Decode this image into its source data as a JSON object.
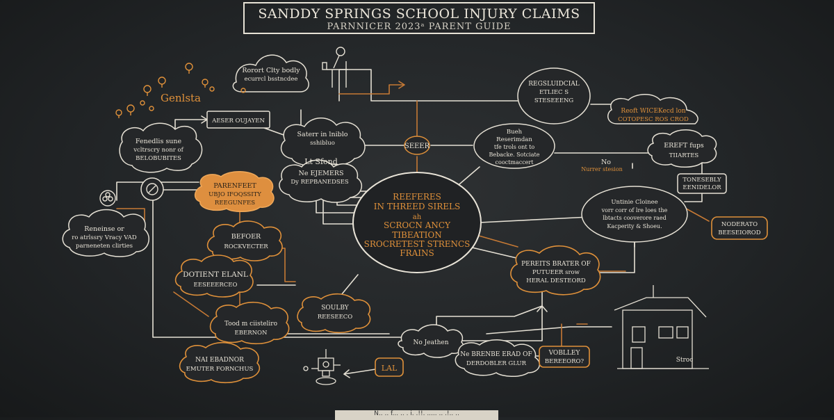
{
  "header": {
    "title": "SANDDY SPRINGS SCHOOL INJURY CLAIMS",
    "subtitle": "PARNNICER 2023ᵃ PARENT GUIDE"
  },
  "footer": {
    "text": "N.. .. f... .. . i. .!!. ..... .. .!.. .."
  },
  "colors": {
    "background": "#242628",
    "chalk": "#e9e4d8",
    "accent": "#e0913a",
    "accent_fill": "#de8f3f",
    "line_orange": "#c77a35"
  },
  "icons": [
    "map-pin-icon",
    "target-icon",
    "network-icon",
    "person-at-desk-icon",
    "robot-icon",
    "schoolhouse-icon",
    "cloud-icon"
  ],
  "diagram": {
    "central": [
      "REEFERES",
      "IN THREED SIRELS",
      "ah",
      "SCROCN ANCY",
      "TIBEATION",
      "SROCRETEST STRENCS",
      "FRAINS"
    ],
    "pin_cluster_label": "Genlsta",
    "nodes": {
      "reporting_cloud": [
        "Rorort Clty bodly",
        "ecurrcl bsstncdee"
      ],
      "after_outfien": [
        "AESER OUJAYEN"
      ],
      "fenedis_sune": [
        "Fenedlis sune",
        "vcltrscry nonr of",
        "BELOBUBITES"
      ],
      "safety_in": [
        "Saterr in lniblo",
        "sshibluo"
      ],
      "lt_sfond": [
        "Lt Sfond",
        "Ne EJEMERS",
        "Dy REPBANEDSES"
      ],
      "parenfeet": [
        "PARENFEET",
        "UBJO IFOQSSITY",
        "REEGUNFES"
      ],
      "reneinse": [
        "Reneinse or",
        "ro atrlssry Vracy VAD",
        "parneneten clirties"
      ],
      "befoer": [
        "BEFOER",
        "ROCKVECTER"
      ],
      "dotient": [
        "DOTIENT ELANL",
        "EESEEERCEO"
      ],
      "toed_m": [
        "Tood m ciisteliro",
        "EBERNON"
      ],
      "nai_ebadnor": [
        "NAI EBADNOR",
        "EMUTER FORNCHUS"
      ],
      "soulby": [
        "SOULBY",
        "REESEECO"
      ],
      "no_jeathen": [
        "No Jeathen"
      ],
      "lal": [
        "LAL"
      ],
      "ne_brenbe": [
        "Ne BRENBE ERAD OF",
        "DERDOBLER GLUR"
      ],
      "seeer": [
        "SEEER"
      ],
      "bueh": [
        "Bueh",
        "Reserimdan",
        "tfe trols ont to",
        "Bebacke.  Sotciate",
        "cooctmaccert"
      ],
      "regsluidcial": [
        "REGSLUIDCIAL",
        "ETLIEC S",
        "STESEEENG"
      ],
      "reoft": [
        "Reoft WICEKecd lon",
        "COTOPESC ROS CROD"
      ],
      "no_nurrer": [
        "No",
        "Nurrer stesion"
      ],
      "erefrlups": [
        "EREFT fups",
        "TIIARTES"
      ],
      "tonesebly": [
        "TONESEBLY",
        "EENIDELOR"
      ],
      "untinie": [
        "Untinie Cloinee",
        "vorr corr of lre loes the",
        "lbtacts cooverore raed",
        "Kacperity & Shoeu."
      ],
      "noderato": [
        "NODERATO",
        "BEESEIOROD"
      ],
      "pereitis": [
        "PEREITS BRATER OF",
        "PUTUEER srow",
        "HERAL DESTEORD"
      ],
      "voblley": [
        "VOBLLEY",
        "BEREEORO?"
      ],
      "stroc": [
        "Stroc"
      ]
    }
  }
}
